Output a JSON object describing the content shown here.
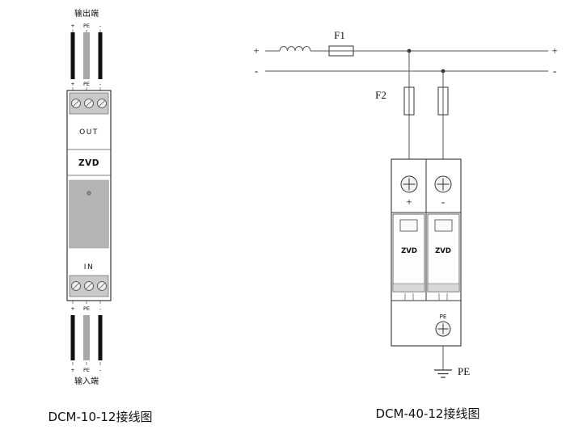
{
  "left": {
    "caption": "DCM-10-12接线图",
    "output_label": "输出端",
    "input_label": "输入端",
    "plus": "+",
    "pe": "PE",
    "minus": "-",
    "out": "OUT",
    "in": "IN",
    "brand": "ZVD"
  },
  "right": {
    "caption": "DCM-40-12接线图",
    "f1": "F1",
    "f2": "F2",
    "plus": "+",
    "minus": "-",
    "pe": "PE",
    "brand": "ZVD"
  }
}
